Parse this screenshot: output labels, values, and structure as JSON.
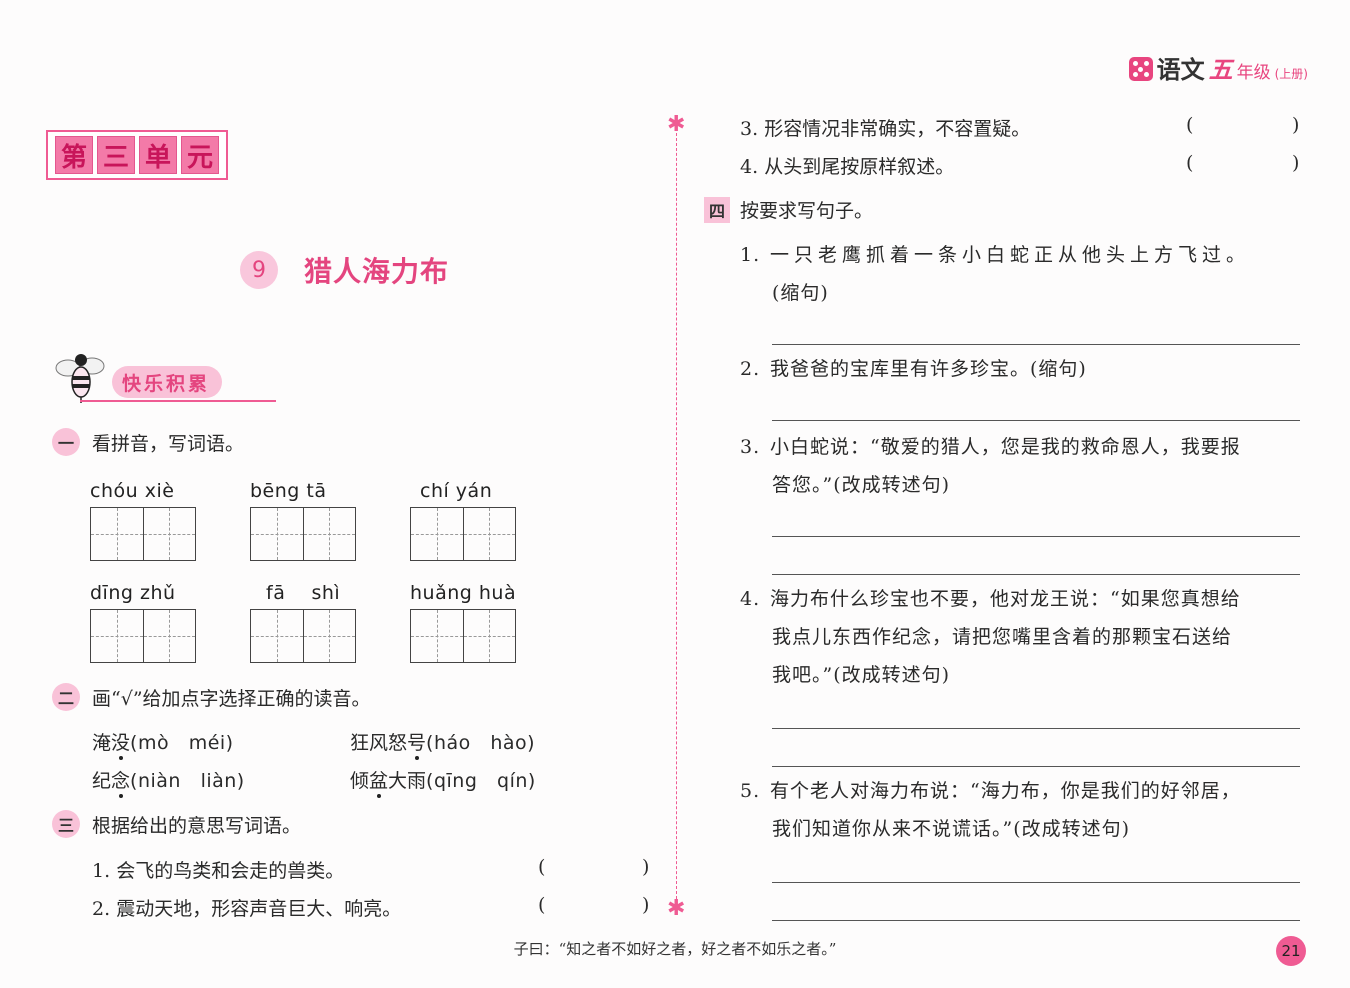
{
  "header": {
    "subject": "语文",
    "grade": "五",
    "level": "年级",
    "volume": "(上册)",
    "brand_color": "#e8457f",
    "icon": "dice-icon"
  },
  "unit": {
    "chars": [
      "第",
      "三",
      "单",
      "元"
    ]
  },
  "lesson": {
    "number": "9",
    "title": "猎人海力布"
  },
  "section_banner": {
    "label": "快乐积累",
    "icon": "bee-icon"
  },
  "q1": {
    "badge": "一",
    "prompt": "看拼音，写词语。",
    "items": [
      {
        "pinyin": "chóu  xiè"
      },
      {
        "pinyin": "bēng  tā"
      },
      {
        "pinyin": "chí  yán"
      },
      {
        "pinyin": "dīng  zhǔ"
      },
      {
        "pinyin": "fā    shì"
      },
      {
        "pinyin": "huǎng huà"
      }
    ]
  },
  "q2": {
    "badge": "二",
    "prompt": "画“√”给加点字选择正确的读音。",
    "items": [
      {
        "pre": "淹",
        "dot": "没",
        "post": "",
        "pinyin": "(mò   méi)"
      },
      {
        "pre": "狂风怒",
        "dot": "号",
        "post": "",
        "pinyin": "(háo   hào)"
      },
      {
        "pre": "纪",
        "dot": "念",
        "post": "",
        "pinyin": "(niàn   liàn)"
      },
      {
        "pre": "倾",
        "dot": "盆",
        "post": "大雨",
        "pinyin": "(qīng   qín)"
      }
    ]
  },
  "q3": {
    "badge": "三",
    "prompt": "根据给出的意思写词语。",
    "items": [
      {
        "num": "1.",
        "text": "会飞的鸟类和会走的兽类。"
      },
      {
        "num": "2.",
        "text": "震动天地，形容声音巨大、响亮。"
      },
      {
        "num": "3.",
        "text": "形容情况非常确实，不容置疑。"
      },
      {
        "num": "4.",
        "text": "从头到尾按原样叙述。"
      }
    ],
    "open_paren": "(",
    "close_paren": ")"
  },
  "q4": {
    "badge": "四",
    "prompt": "按要求写句子。",
    "items": [
      {
        "num": "1.",
        "line1": "一只老鹰抓着一条小白蛇正从他头上方飞过。",
        "rest": [
          "(缩句)"
        ]
      },
      {
        "num": "2.",
        "line1": "我爸爸的宝库里有许多珍宝。(缩句)",
        "rest": []
      },
      {
        "num": "3.",
        "line1": "小白蛇说：“敬爱的猎人，您是我的救命恩人，我要报",
        "rest": [
          "答您。”(改成转述句)"
        ]
      },
      {
        "num": "4.",
        "line1": "海力布什么珍宝也不要，他对龙王说：“如果您真想给",
        "rest": [
          "我点儿东西作纪念，请把您嘴里含着的那颗宝石送给",
          "我吧。”(改成转述句)"
        ]
      },
      {
        "num": "5.",
        "line1": "有个老人对海力布说：“海力布，你是我们的好邻居，",
        "rest": [
          "我们知道你从来不说谎话。”(改成转述句)"
        ]
      }
    ]
  },
  "footer": {
    "quote": "子曰：“知之者不如好之者，好之者不如乐之者。”",
    "page_number": "21"
  },
  "colors": {
    "accent": "#ef5b93",
    "pink_fill": "#f9c2d8"
  }
}
